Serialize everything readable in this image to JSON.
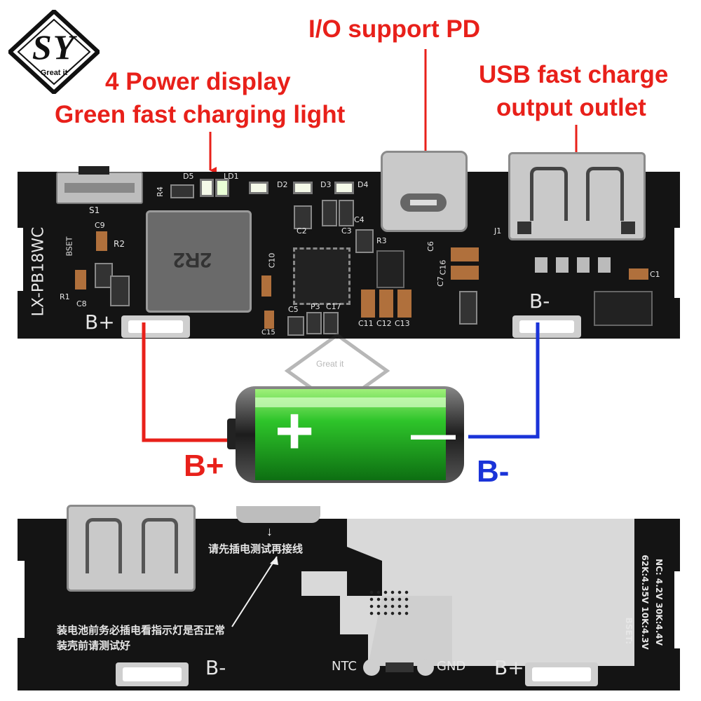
{
  "logo": {
    "letters": "SY",
    "tagline": "Great it",
    "watermark_tagline": "Great it"
  },
  "callouts": {
    "io": "I/O support PD",
    "power_line1": "4 Power display",
    "power_line2": "Green fast charging light",
    "usb_line1": "USB fast charge",
    "usb_line2": "output outlet"
  },
  "top_board": {
    "model": "LX-PB18WC",
    "b_plus": "B+",
    "b_minus": "B-",
    "silk": {
      "s1": "S1",
      "r4": "R4",
      "d5": "D5",
      "ld1": "LD1",
      "d2": "D2",
      "d3": "D3",
      "d4": "D4",
      "c9": "C9",
      "r2": "R2",
      "bset": "BSET",
      "c8": "C8",
      "r1": "R1",
      "inductor": "2R2",
      "c2": "C2",
      "c3": "C3",
      "c4": "C4",
      "c10": "C10",
      "c5": "C5",
      "p3": "P3",
      "c17": "C17",
      "c15": "C15",
      "r3": "R3",
      "c6": "C6",
      "c7": "C7",
      "c16": "C16",
      "c11": "C11",
      "c12": "C12",
      "c13": "C13",
      "j1": "J1",
      "c1": "C1"
    }
  },
  "battery": {
    "plus_sign": "+",
    "minus_sign": "—",
    "b_plus": "B+",
    "b_minus": "B-"
  },
  "bottom_board": {
    "note_top": "请先插电测试再接线",
    "note_line1": "装电池前务必插电看指示灯是否正常",
    "note_line2": "装壳前请测试好",
    "b_minus": "B-",
    "b_plus": "B+",
    "ntc": "NTC",
    "gnd": "GND",
    "bset": "BSET:",
    "bset_l1": "NC: 4.2V  30K:4.4V",
    "bset_l2": "62K:4.35V  10K:4.3V"
  },
  "colors": {
    "callout_red": "#e8201a",
    "wire_red": "#e8201a",
    "wire_blue": "#1a33d8",
    "battery_green": "#2ec42a",
    "pcb": "#141414"
  }
}
